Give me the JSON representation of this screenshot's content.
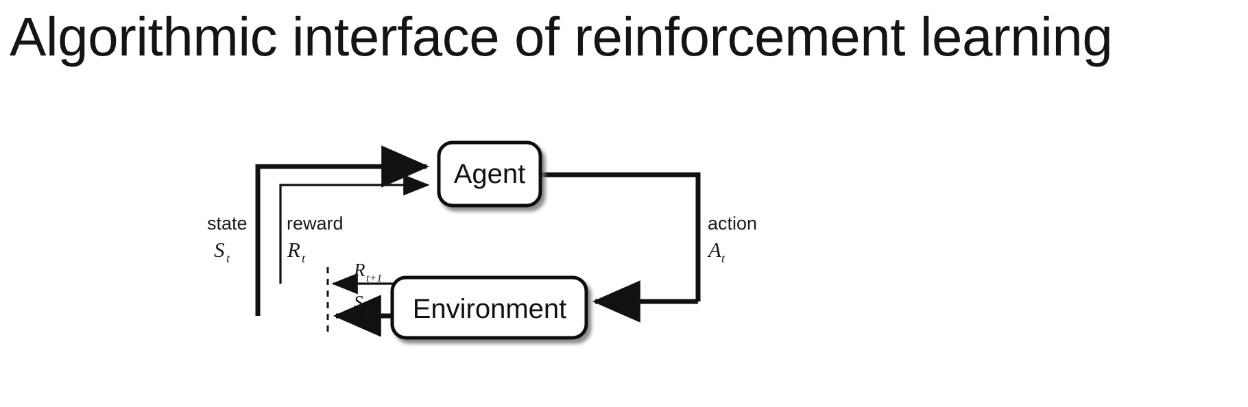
{
  "slide": {
    "title": "Algorithmic interface of reinforcement learning",
    "background_color": "#ffffff",
    "text_color": "#141414"
  },
  "diagram": {
    "name": "agent-environment-interaction-loop",
    "type": "block-diagram",
    "line_color": "#111111",
    "box_fill": "#ffffff",
    "nodes": [
      {
        "id": "agent",
        "label": "Agent",
        "shape": "rounded-rectangle",
        "shadow": true
      },
      {
        "id": "environment",
        "label": "Environment",
        "shape": "rounded-rectangle",
        "shadow": true
      }
    ],
    "edges": [
      {
        "id": "state-edge",
        "from": "environment",
        "to": "agent",
        "weight": "thick",
        "label_word": "state",
        "label_symbol": "S",
        "label_subscript": "t"
      },
      {
        "id": "reward-edge",
        "from": "environment",
        "to": "agent",
        "weight": "thin",
        "label_word": "reward",
        "label_symbol": "R",
        "label_subscript": "t"
      },
      {
        "id": "action-edge",
        "from": "agent",
        "to": "environment",
        "weight": "thick",
        "label_word": "action",
        "label_symbol": "A",
        "label_subscript": "t"
      },
      {
        "id": "next-reward-edge",
        "from": "environment",
        "weight": "thin",
        "label_symbol": "R",
        "label_subscript": "t+1"
      },
      {
        "id": "next-state-edge",
        "from": "environment",
        "weight": "thick",
        "label_symbol": "S",
        "label_subscript": "t+1"
      }
    ],
    "time_boundary": {
      "id": "timestep-divider",
      "style": "dashed-vertical-line"
    }
  }
}
